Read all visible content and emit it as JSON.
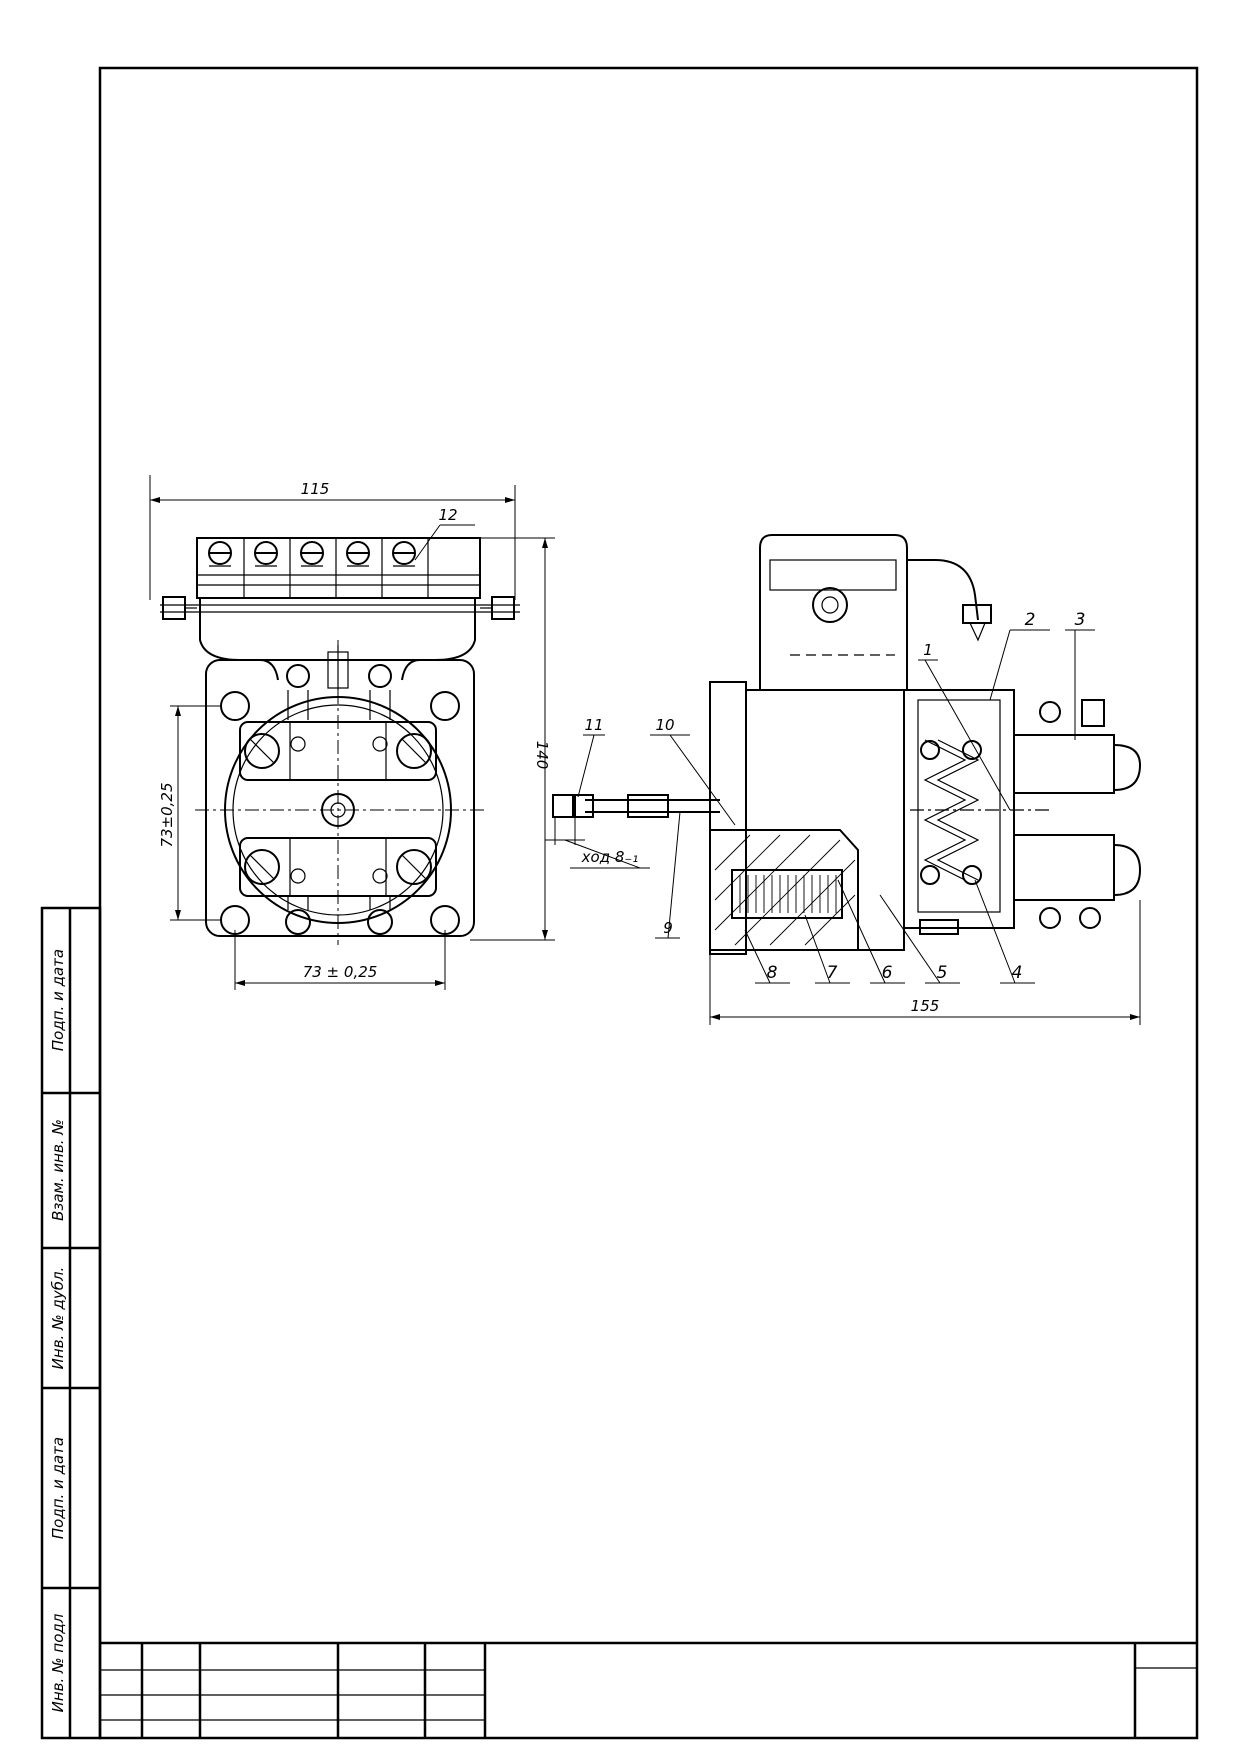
{
  "drawing": {
    "dimensions": {
      "width_top": "115",
      "height_total": "140",
      "mount_vertical": "73±0,25",
      "mount_horizontal": "73 ± 0,25",
      "length_side": "155",
      "stroke": "ход 8₋₁"
    },
    "callouts": [
      "1",
      "2",
      "3",
      "4",
      "5",
      "6",
      "7",
      "8",
      "9",
      "10",
      "11",
      "12"
    ]
  },
  "margin_fields": {
    "f1": "Подп. и дата",
    "f2": "Взам. инв. №",
    "f3": "Инв. № дубл.",
    "f4": "Подп. и дата",
    "f5": "Инв. № подл"
  }
}
